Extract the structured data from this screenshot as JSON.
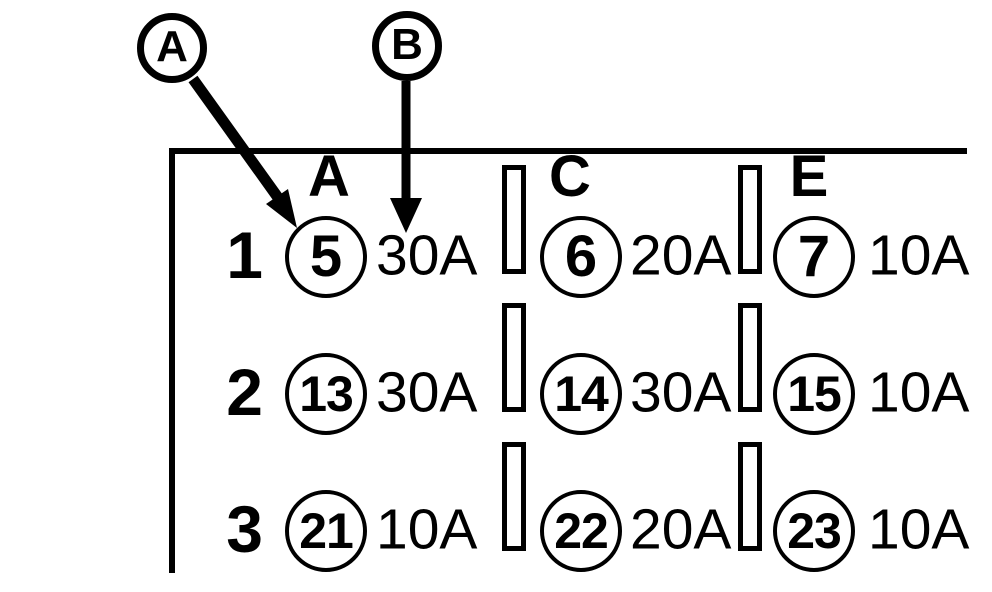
{
  "diagram": {
    "callouts": [
      {
        "label": "A"
      },
      {
        "label": "B"
      }
    ],
    "columns": [
      {
        "label": "A"
      },
      {
        "label": "C"
      },
      {
        "label": "E"
      }
    ],
    "rows": [
      {
        "label": "1",
        "fuses": [
          {
            "number": "5",
            "amperage": "30A"
          },
          {
            "number": "6",
            "amperage": "20A"
          },
          {
            "number": "7",
            "amperage": "10A"
          }
        ]
      },
      {
        "label": "2",
        "fuses": [
          {
            "number": "13",
            "amperage": "30A"
          },
          {
            "number": "14",
            "amperage": "30A"
          },
          {
            "number": "15",
            "amperage": "10A"
          }
        ]
      },
      {
        "label": "3",
        "fuses": [
          {
            "number": "21",
            "amperage": "10A"
          },
          {
            "number": "22",
            "amperage": "20A"
          },
          {
            "number": "23",
            "amperage": "10A"
          }
        ]
      }
    ],
    "colors": {
      "ink": "#000000",
      "background": "#ffffff"
    }
  }
}
